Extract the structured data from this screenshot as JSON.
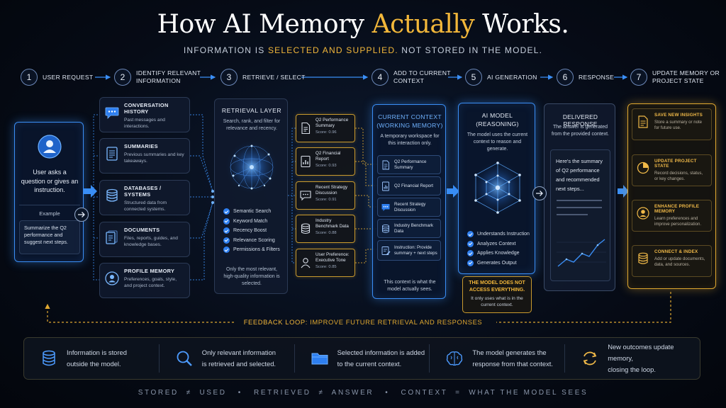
{
  "title": {
    "part1": "How AI Memory ",
    "accent": "Actually",
    "part2": " Works."
  },
  "subtitle": {
    "part1": "INFORMATION IS ",
    "accent": "SELECTED AND SUPPLIED.",
    "part2": "  NOT STORED IN THE MODEL."
  },
  "steps": [
    {
      "num": "1",
      "label": "USER REQUEST"
    },
    {
      "num": "2",
      "label": "IDENTIFY RELEVANT\nINFORMATION"
    },
    {
      "num": "3",
      "label": "RETRIEVE / SELECT"
    },
    {
      "num": "4",
      "label": "ADD TO CURRENT\nCONTEXT"
    },
    {
      "num": "5",
      "label": "AI GENERATION"
    },
    {
      "num": "6",
      "label": "RESPONSE"
    },
    {
      "num": "7",
      "label": "UPDATE MEMORY OR\nPROJECT STATE"
    }
  ],
  "user_request": {
    "text": "User asks a question or gives an instruction.",
    "example_label": "Example",
    "example_text": "Summarize the Q2 performance and suggest next steps."
  },
  "sources": [
    {
      "title": "CONVERSATION HISTORY",
      "desc": "Past messages and interactions.",
      "icon": "chat-icon"
    },
    {
      "title": "SUMMARIES",
      "desc": "Previous summaries and key takeaways.",
      "icon": "document-lines-icon"
    },
    {
      "title": "DATABASES / SYSTEMS",
      "desc": "Structured data from connected systems.",
      "icon": "database-icon"
    },
    {
      "title": "DOCUMENTS",
      "desc": "Files, reports, guides, and knowledge bases.",
      "icon": "documents-icon"
    },
    {
      "title": "PROFILE MEMORY",
      "desc": "Preferences, goals, style, and project context.",
      "icon": "user-profile-icon"
    }
  ],
  "retrieval": {
    "title": "RETRIEVAL LAYER",
    "desc": "Search, rank, and filter for relevance and recency.",
    "checks": [
      "Semantic Search",
      "Keyword Match",
      "Recency Boost",
      "Relevance Scoring",
      "Permissions & Filters"
    ],
    "note": "Only the most relevant, high-quality information is selected."
  },
  "results": [
    {
      "title": "Q2 Performance Summary",
      "score": "Score: 0.96",
      "icon": "document-icon"
    },
    {
      "title": "Q2 Financial Report",
      "score": "Score: 0.93",
      "icon": "chart-document-icon"
    },
    {
      "title": "Recent Strategy Discussion",
      "score": "Score: 0.91",
      "icon": "chat-icon"
    },
    {
      "title": "Industry Benchmark Data",
      "score": "Score: 0.88",
      "icon": "database-icon"
    },
    {
      "title": "User Preference: Executive Tone",
      "score": "Score: 0.85",
      "icon": "user-icon"
    }
  ],
  "context": {
    "title": "CURRENT CONTEXT\n(WORKING MEMORY)",
    "desc": "A temporary workspace for this interaction only.",
    "items": [
      "Q2 Performance Summary",
      "Q2 Financial Report",
      "Recent Strategy Discussion",
      "Industry Benchmark Data",
      "Instruction: Provide summary + next steps"
    ],
    "note": "This context is what the model actually sees."
  },
  "model": {
    "title": "AI MODEL\n(REASONING)",
    "desc": "The model uses the current context to reason and generate.",
    "checks": [
      "Understands Instruction",
      "Analyzes Context",
      "Applies Knowledge",
      "Generates Output"
    ],
    "warning_title": "THE MODEL DOES NOT ACCESS EVERYTHING.",
    "warning_desc": "It only uses what is in the current context."
  },
  "response": {
    "title": "DELIVERED RESPONSE",
    "desc": "The answer is generated from the provided context.",
    "text": "Here's the summary of Q2 performance and recommended next steps..."
  },
  "updates": [
    {
      "title": "SAVE NEW INSIGHTS",
      "desc": "Store a summary or note for future use.",
      "icon": "note-icon"
    },
    {
      "title": "UPDATE PROJECT STATE",
      "desc": "Record decisions, status, or key changes.",
      "icon": "pie-chart-icon"
    },
    {
      "title": "ENHANCE PROFILE MEMORY",
      "desc": "Learn preferences and improve personalization.",
      "icon": "user-profile-icon"
    },
    {
      "title": "CONNECT & INDEX",
      "desc": "Add or update documents, data, and sources.",
      "icon": "database-icon"
    }
  ],
  "feedback": {
    "part1": "FEEDBACK LOOP:",
    "part2": " IMPROVE FUTURE RETRIEVAL AND RESPONSES"
  },
  "bottom": [
    {
      "text": "Information is stored\noutside the model.",
      "icon": "database-icon"
    },
    {
      "text": "Only relevant information\nis retrieved and selected.",
      "icon": "search-icon"
    },
    {
      "text": "Selected information is added\nto the current context.",
      "icon": "folder-icon"
    },
    {
      "text": "The model generates the\nresponse from that context.",
      "icon": "brain-icon"
    },
    {
      "text": "New outcomes update memory,\nclosing the loop.",
      "icon": "refresh-icon"
    }
  ],
  "footer": "STORED  ≠  USED   •   RETRIEVED  ≠  ANSWER   •   CONTEXT  =  WHAT THE MODEL SEES",
  "colors": {
    "accent_gold": "#f2b73a",
    "accent_blue": "#3a8ef5",
    "background": "#060b16"
  }
}
